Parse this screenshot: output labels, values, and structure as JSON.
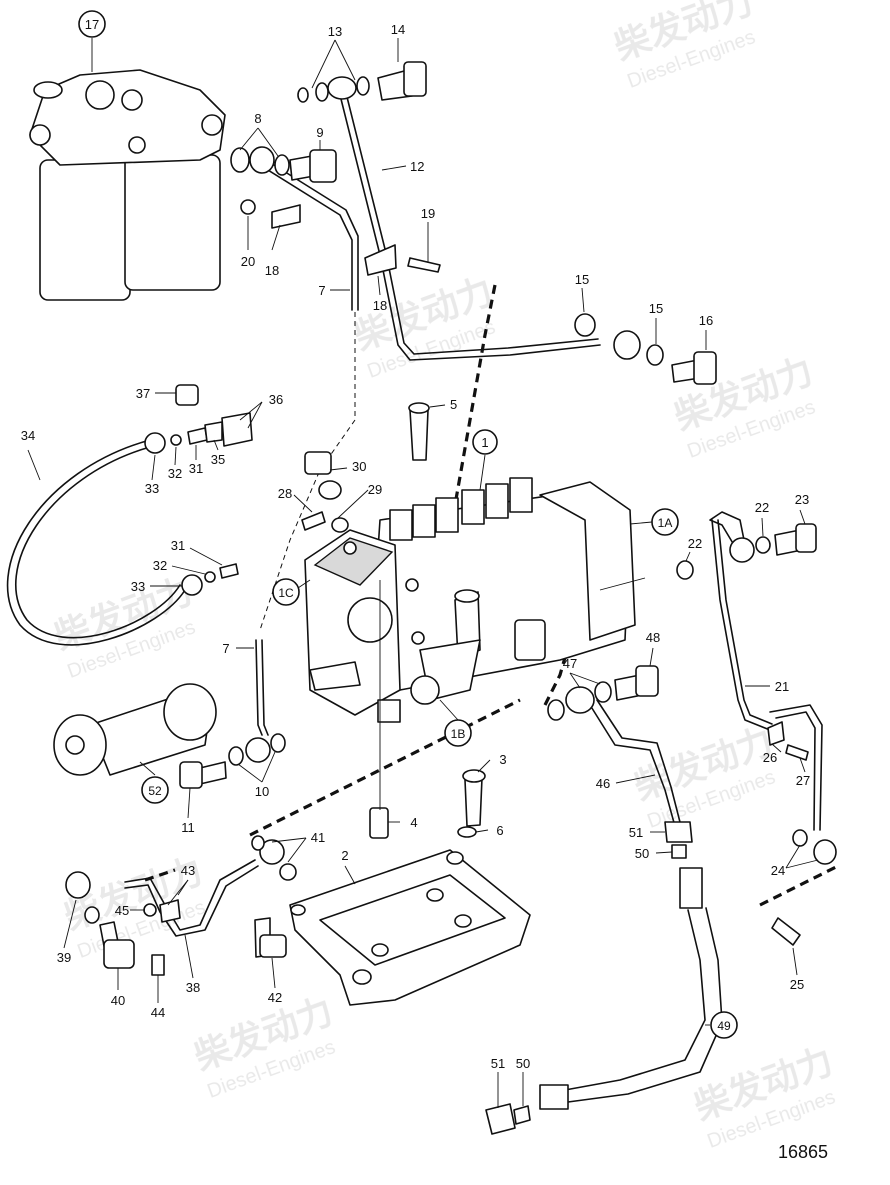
{
  "drawing_number": "16865",
  "watermark": {
    "brand_cn": "柴发动力",
    "brand_en": "Diesel-Engines"
  },
  "callouts": [
    {
      "id": "c17",
      "label": "17",
      "circled": true
    },
    {
      "id": "c13",
      "label": "13"
    },
    {
      "id": "c14",
      "label": "14"
    },
    {
      "id": "c8",
      "label": "8"
    },
    {
      "id": "c9",
      "label": "9"
    },
    {
      "id": "c12",
      "label": "12"
    },
    {
      "id": "c20",
      "label": "20"
    },
    {
      "id": "c18a",
      "label": "18"
    },
    {
      "id": "c18b",
      "label": "18"
    },
    {
      "id": "c19",
      "label": "19"
    },
    {
      "id": "c7a",
      "label": "7"
    },
    {
      "id": "c15a",
      "label": "15"
    },
    {
      "id": "c15b",
      "label": "15"
    },
    {
      "id": "c16",
      "label": "16"
    },
    {
      "id": "c37",
      "label": "37"
    },
    {
      "id": "c36",
      "label": "36"
    },
    {
      "id": "c5",
      "label": "5"
    },
    {
      "id": "c34",
      "label": "34"
    },
    {
      "id": "c33a",
      "label": "33"
    },
    {
      "id": "c32a",
      "label": "32"
    },
    {
      "id": "c31a",
      "label": "31"
    },
    {
      "id": "c35",
      "label": "35"
    },
    {
      "id": "c1",
      "label": "1",
      "circled": true
    },
    {
      "id": "c30",
      "label": "30"
    },
    {
      "id": "c28",
      "label": "28"
    },
    {
      "id": "c29",
      "label": "29"
    },
    {
      "id": "c1A",
      "label": "1A",
      "circled": true
    },
    {
      "id": "c22a",
      "label": "22"
    },
    {
      "id": "c23",
      "label": "23"
    },
    {
      "id": "c22b",
      "label": "22"
    },
    {
      "id": "c31b",
      "label": "31"
    },
    {
      "id": "c32b",
      "label": "32"
    },
    {
      "id": "c1C",
      "label": "1C",
      "circled": true
    },
    {
      "id": "c33b",
      "label": "33"
    },
    {
      "id": "c7b",
      "label": "7"
    },
    {
      "id": "c48",
      "label": "48"
    },
    {
      "id": "c47",
      "label": "47"
    },
    {
      "id": "c21",
      "label": "21"
    },
    {
      "id": "c1B",
      "label": "1B",
      "circled": true
    },
    {
      "id": "c3",
      "label": "3"
    },
    {
      "id": "c26",
      "label": "26"
    },
    {
      "id": "c27",
      "label": "27"
    },
    {
      "id": "c52",
      "label": "52",
      "circled": true
    },
    {
      "id": "c10",
      "label": "10"
    },
    {
      "id": "c46",
      "label": "46"
    },
    {
      "id": "c11",
      "label": "11"
    },
    {
      "id": "c4",
      "label": "4"
    },
    {
      "id": "c6",
      "label": "6"
    },
    {
      "id": "c41",
      "label": "41"
    },
    {
      "id": "c51a",
      "label": "51"
    },
    {
      "id": "c50a",
      "label": "50"
    },
    {
      "id": "c24",
      "label": "24"
    },
    {
      "id": "c2",
      "label": "2"
    },
    {
      "id": "c43",
      "label": "43"
    },
    {
      "id": "c45",
      "label": "45"
    },
    {
      "id": "c39",
      "label": "39"
    },
    {
      "id": "c40",
      "label": "40"
    },
    {
      "id": "c44",
      "label": "44"
    },
    {
      "id": "c38",
      "label": "38"
    },
    {
      "id": "c42",
      "label": "42"
    },
    {
      "id": "c25",
      "label": "25"
    },
    {
      "id": "c49",
      "label": "49",
      "circled": true
    },
    {
      "id": "c51b",
      "label": "51"
    },
    {
      "id": "c50b",
      "label": "50"
    }
  ]
}
